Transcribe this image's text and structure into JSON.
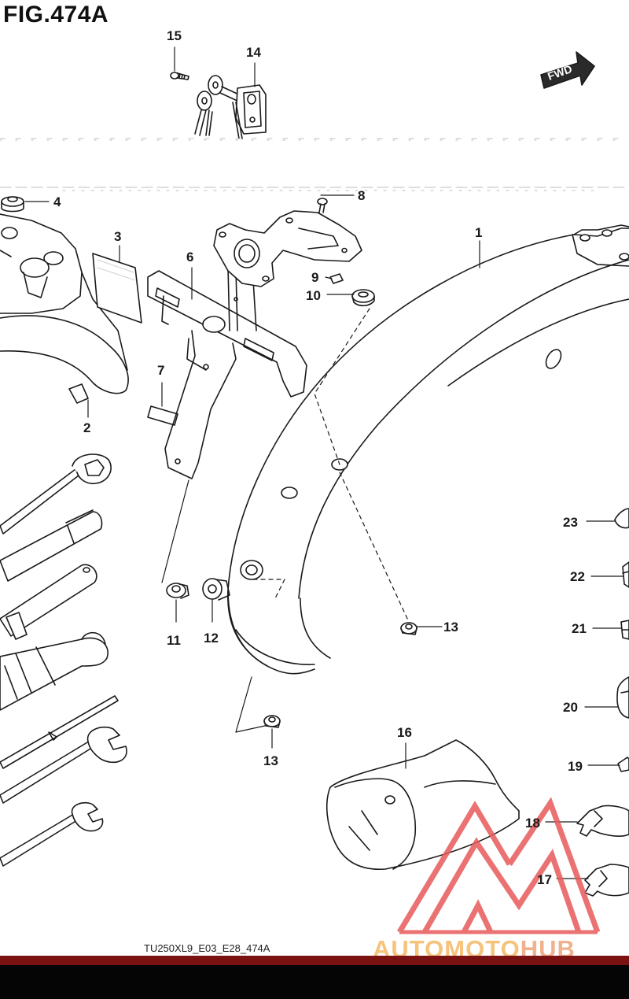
{
  "figure": {
    "title": "FIG.474A"
  },
  "fwd_badge": {
    "text": "FWD"
  },
  "callouts": [
    {
      "id": "c15",
      "text": "15"
    },
    {
      "id": "c14",
      "text": "14"
    },
    {
      "id": "c4",
      "text": "4"
    },
    {
      "id": "c8",
      "text": "8"
    },
    {
      "id": "c1",
      "text": "1"
    },
    {
      "id": "c3",
      "text": "3"
    },
    {
      "id": "c6",
      "text": "6"
    },
    {
      "id": "c9",
      "text": "9"
    },
    {
      "id": "c10",
      "text": "10"
    },
    {
      "id": "c7",
      "text": "7"
    },
    {
      "id": "c2",
      "text": "2"
    },
    {
      "id": "c23",
      "text": "23"
    },
    {
      "id": "c22",
      "text": "22"
    },
    {
      "id": "c21",
      "text": "21"
    },
    {
      "id": "c13a",
      "text": "13"
    },
    {
      "id": "c11",
      "text": "11"
    },
    {
      "id": "c12",
      "text": "12"
    },
    {
      "id": "c20",
      "text": "20"
    },
    {
      "id": "c16",
      "text": "16"
    },
    {
      "id": "c13b",
      "text": "13"
    },
    {
      "id": "c19",
      "text": "19"
    },
    {
      "id": "c18",
      "text": "18"
    },
    {
      "id": "c17",
      "text": "17"
    }
  ],
  "footer": {
    "code": "TU250XL9_E03_E28_474A"
  },
  "watermark": {
    "part1": "AUTOMOTO",
    "part2": "HUB"
  },
  "colors": {
    "line": "#1a1a1a",
    "watermark_red": "#e85a5a",
    "band": "#7a1212"
  }
}
